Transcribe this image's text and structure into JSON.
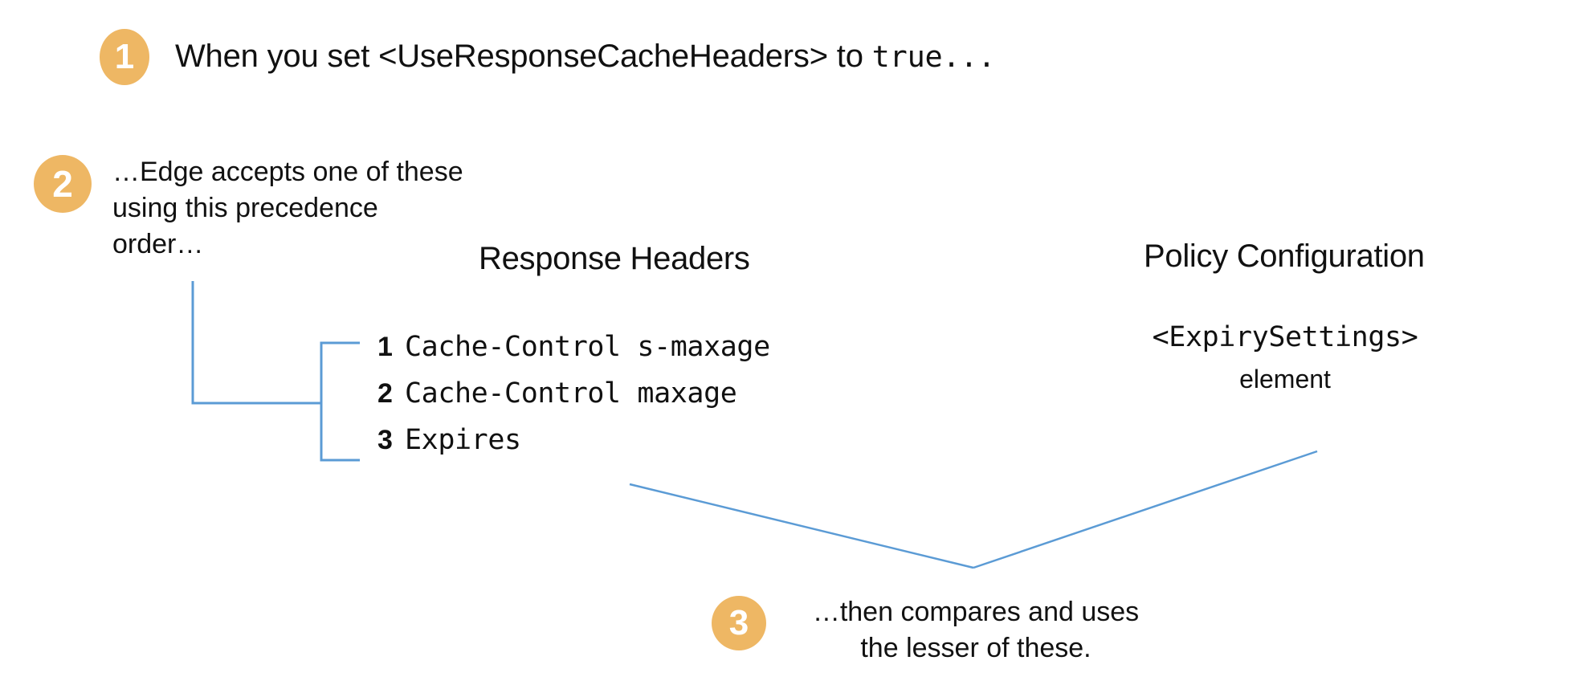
{
  "theme": {
    "badge_color": "#EEB764",
    "badge_text_color": "#FFFFFF",
    "connector_color": "#5B9BD5",
    "text_color": "#111111",
    "background": "#FFFFFF"
  },
  "steps": {
    "one": {
      "number": "1",
      "text_before": "When you set <UseResponseCacheHeaders> to ",
      "text_mono": "true..."
    },
    "two": {
      "number": "2",
      "lines": [
        "…Edge accepts one of these",
        "using this precedence",
        "order…"
      ]
    },
    "three": {
      "number": "3",
      "lines": [
        "…then compares and uses",
        "the lesser of these."
      ]
    }
  },
  "columns": {
    "response_headers": {
      "heading": "Response Headers",
      "items": [
        {
          "index": "1",
          "name": "Cache-Control s-maxage"
        },
        {
          "index": "2",
          "name": "Cache-Control maxage"
        },
        {
          "index": "3",
          "name": "Expires"
        }
      ]
    },
    "policy_configuration": {
      "heading": "Policy Configuration",
      "element": "<ExpirySettings>",
      "element_suffix": "element"
    }
  }
}
